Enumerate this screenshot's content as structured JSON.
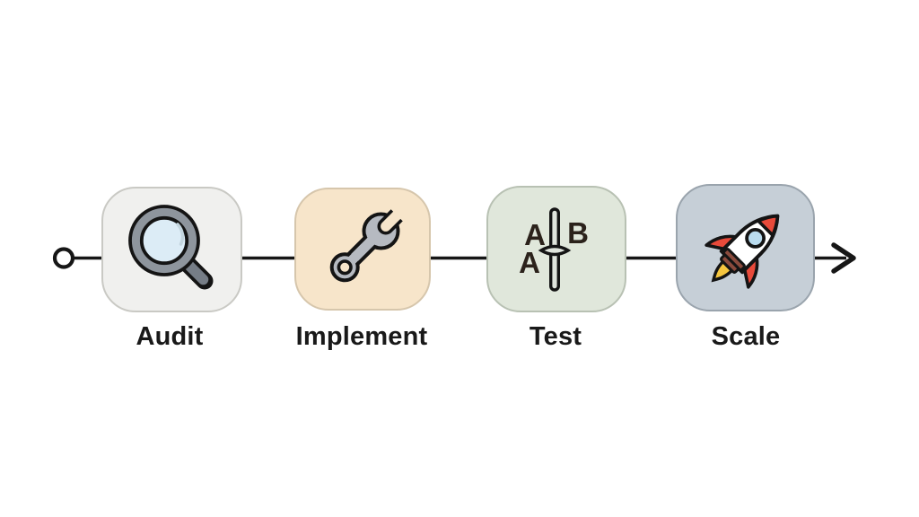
{
  "connector": {
    "color": "#161616",
    "start_marker": "open-circle",
    "end_marker": "arrow-right"
  },
  "steps": [
    {
      "label": "Audit",
      "icon": "magnifier-icon",
      "fill": "#f0f0ee",
      "border": "#c9c9c4"
    },
    {
      "label": "Implement",
      "icon": "wrench-icon",
      "fill": "#f7e5ca",
      "border": "#d6c6ac"
    },
    {
      "label": "Test",
      "icon": "ab-test-icon",
      "fill": "#e0e7db",
      "border": "#b8c1b3"
    },
    {
      "label": "Scale",
      "icon": "rocket-icon",
      "fill": "#c6cfd7",
      "border": "#9aa4ad"
    }
  ],
  "ab_icon_letters": {
    "top_left": "A",
    "top_right": "B",
    "bottom_left": "A"
  }
}
